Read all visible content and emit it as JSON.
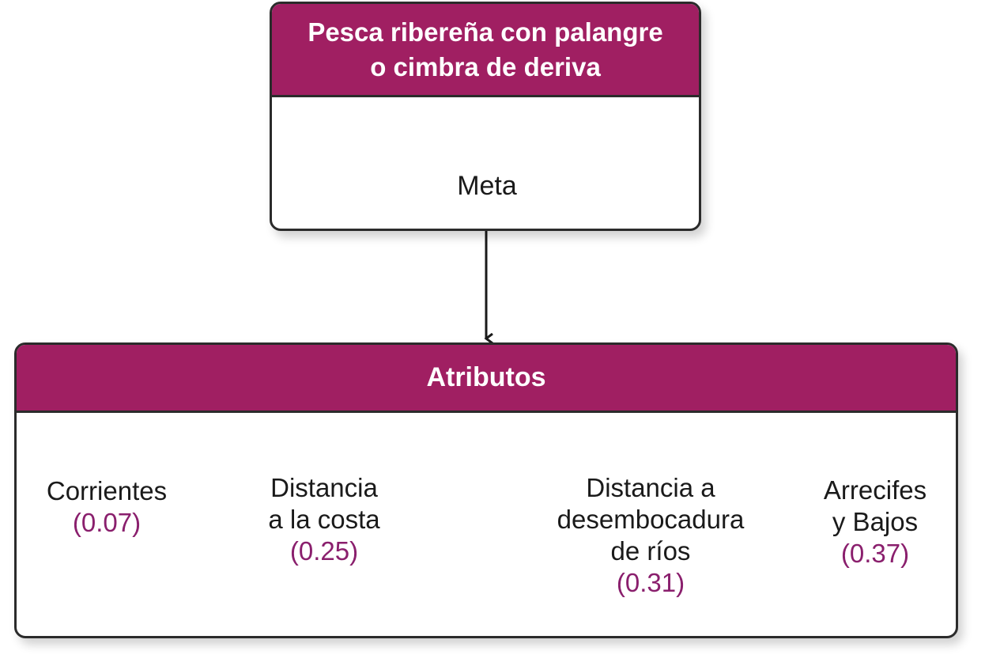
{
  "colors": {
    "header_fill": "#a01f62",
    "weight_text": "#8a1f6d",
    "border": "#2b2b2b"
  },
  "goal": {
    "title_line1": "Pesca ribereña con palangre",
    "title_line2": "o cimbra de deriva",
    "label": "Meta"
  },
  "attributes": {
    "title": "Atributos",
    "items": [
      {
        "lines": [
          "Corrientes"
        ],
        "weight": "(0.07)"
      },
      {
        "lines": [
          "Distancia",
          "a la costa"
        ],
        "weight": "(0.25)"
      },
      {
        "lines": [
          "Distancia a",
          "desembocadura",
          "de ríos"
        ],
        "weight": "(0.31)"
      },
      {
        "lines": [
          "Arrecifes",
          "y Bajos"
        ],
        "weight": "(0.37)"
      }
    ]
  }
}
